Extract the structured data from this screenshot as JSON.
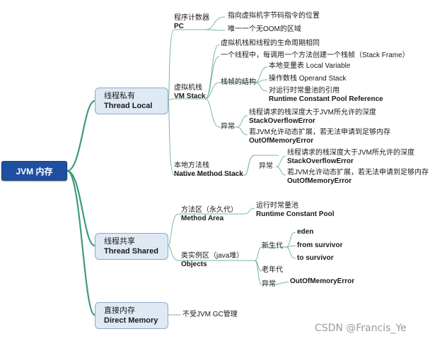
{
  "root": "JVM 内存",
  "groups": {
    "thread_local": {
      "zh": "线程私有",
      "en": "Thread Local"
    },
    "thread_shared": {
      "zh": "线程共享",
      "en": "Thread Shared"
    },
    "direct_memory": {
      "zh": "直接内存",
      "en": "Direct Memory"
    }
  },
  "pc": {
    "zh": "程序计数器",
    "en": "PC",
    "notes": [
      "指向虚拟机字节码指令的位置",
      "唯一一个无OOM的区域"
    ]
  },
  "vm_stack": {
    "zh": "虚拟机栈",
    "en": "VM Stack",
    "lifecycle": "虚拟机栈和线程的生命周期相同",
    "frame_per_method": "一个线程中，每调用一个方法创建一个栈帧（Stack Frame）",
    "frame_structure": {
      "label": "栈帧的结构",
      "local_variable": "本地变量表 Local Variable",
      "operand_stack": "操作数栈 Operand Stack",
      "constant_pool_ref_zh": "对运行时常量池的引用",
      "constant_pool_ref_en": "Runtime Constant Pool Reference"
    },
    "exceptions": {
      "label": "异常",
      "so_desc": "线程请求的栈深度大于JVM所允许的深度",
      "so_name": "StackOverflowError",
      "oom_desc": "若JVM允许动态扩展，若无法申请到足够内存",
      "oom_name": "OutOfMemoryError"
    }
  },
  "native_stack": {
    "zh": "本地方法栈",
    "en": "Native Method Stack",
    "exceptions": {
      "label": "异常",
      "so_desc": "线程请求的栈深度大于JVM所允许的深度",
      "so_name": "StackOverflowError",
      "oom_desc": "若JVM允许动态扩展，若无法申请到足够内存",
      "oom_name": "OutOfMemoryError"
    }
  },
  "method_area": {
    "zh": "方法区（永久代）",
    "en": "Method Area",
    "pool_zh": "运行时常量池",
    "pool_en": "Runtime Constant Pool"
  },
  "objects": {
    "zh": "类实例区（java堆）",
    "en": "Objects",
    "young": {
      "label": "新生代",
      "items": [
        "eden",
        "from survivor",
        "to survivor"
      ]
    },
    "old": "老年代",
    "exception_label": "异常",
    "exception_name": "OutOfMemoryError"
  },
  "direct": {
    "note": "不受JVM GC管理"
  },
  "watermark": "CSDN @Francis_Ye",
  "colors": {
    "root": "#1f4fa0",
    "branch": "#3e9a7e",
    "node_fill": "#dfe9f4",
    "leaf_line": "#79b6a4"
  }
}
